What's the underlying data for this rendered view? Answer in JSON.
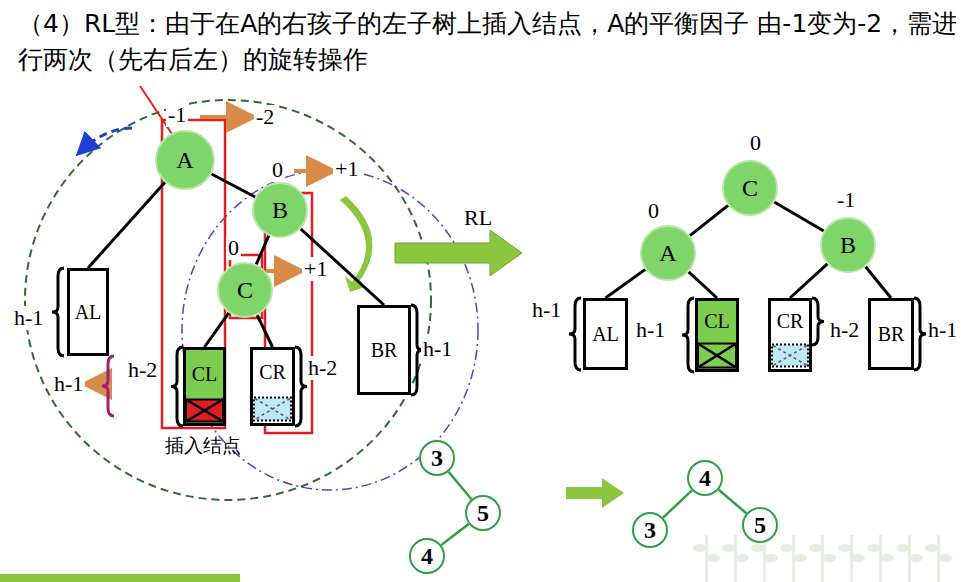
{
  "diagram": {
    "title": "（4）RL型：由于在A的右孩子的左子树上插入结点，A的平衡因子 由-1变为-2，需进行两次（先右后左）的旋转操作",
    "nodes": [
      {
        "text": [
          "A"
        ]
      },
      {
        "text": [
          "B"
        ]
      },
      {
        "text": [
          "C"
        ]
      },
      {
        "text": [
          "AL"
        ]
      },
      {
        "text": [
          "CL"
        ]
      },
      {
        "text": [
          "CR"
        ]
      },
      {
        "text": [
          "BR"
        ]
      },
      {
        "text": [
          "C"
        ]
      },
      {
        "text": [
          "A"
        ]
      },
      {
        "text": [
          "B"
        ]
      },
      {
        "text": [
          "AL"
        ]
      },
      {
        "text": [
          "CL"
        ]
      },
      {
        "text": [
          "CR"
        ]
      },
      {
        "text": [
          "BR"
        ]
      },
      {
        "text": [
          "3"
        ]
      },
      {
        "text": [
          "5"
        ]
      },
      {
        "text": [
          "4"
        ]
      },
      {
        "text": [
          "4"
        ]
      },
      {
        "text": [
          "3"
        ]
      },
      {
        "text": [
          "5"
        ]
      }
    ],
    "edges": [
      {
        "from": 0,
        "to": 3,
        "arrow": "none"
      },
      {
        "from": 0,
        "to": 1,
        "arrow": "none"
      },
      {
        "from": 1,
        "to": 2,
        "arrow": "none"
      },
      {
        "from": 1,
        "to": 6,
        "arrow": "none"
      },
      {
        "from": 2,
        "to": 4,
        "arrow": "none"
      },
      {
        "from": 2,
        "to": 5,
        "arrow": "none"
      },
      {
        "from": 7,
        "to": 8,
        "arrow": "none"
      },
      {
        "from": 7,
        "to": 9,
        "arrow": "none"
      },
      {
        "from": 8,
        "to": 10,
        "arrow": "none"
      },
      {
        "from": 8,
        "to": 11,
        "arrow": "none"
      },
      {
        "from": 9,
        "to": 12,
        "arrow": "none"
      },
      {
        "from": 9,
        "to": 13,
        "arrow": "none"
      },
      {
        "from": 14,
        "to": 15,
        "arrow": "none"
      },
      {
        "from": 15,
        "to": 16,
        "arrow": "none"
      },
      {
        "from": 17,
        "to": 18,
        "arrow": "none"
      },
      {
        "from": 17,
        "to": 19,
        "arrow": "none"
      }
    ],
    "labels": [
      "-1",
      "-2",
      "0",
      "+1",
      "0",
      "+1",
      "h-1",
      "h-1",
      "h-2",
      "h-2",
      "h-1",
      "插入结点",
      "RL",
      "0",
      "0",
      "-1",
      "h-1",
      "h-1",
      "h-2",
      "h-1"
    ]
  }
}
